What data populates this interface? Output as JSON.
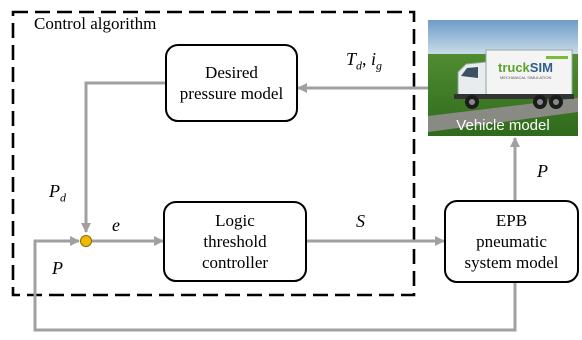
{
  "diagram": {
    "container_title": "Control algorithm",
    "blocks": {
      "desired_pressure": "Desired\npressure model",
      "logic_threshold": "Logic\nthreshold\ncontroller",
      "epb_pneumatic": "EPB\npneumatic\nsystem model"
    },
    "vehicle": {
      "caption": "Vehicle model",
      "truck_brand_prefix": "truck",
      "truck_brand_suffix": "SIM",
      "truck_tagline": "MECHANICAL SIMULATION"
    },
    "signals": {
      "td_main": "T",
      "td_sub": "d",
      "separator": ",",
      "ig_main": "i",
      "ig_sub": "g",
      "pd_main": "P",
      "pd_sub": "d",
      "error": "e",
      "switch": "S",
      "pressure_loop": "P",
      "pressure_out": "P"
    },
    "colors": {
      "arrow": "#a0a0a0",
      "sum_node": "#f5b800",
      "sky_top": "#7fa8cf",
      "grass": "#4f8a2e"
    }
  }
}
